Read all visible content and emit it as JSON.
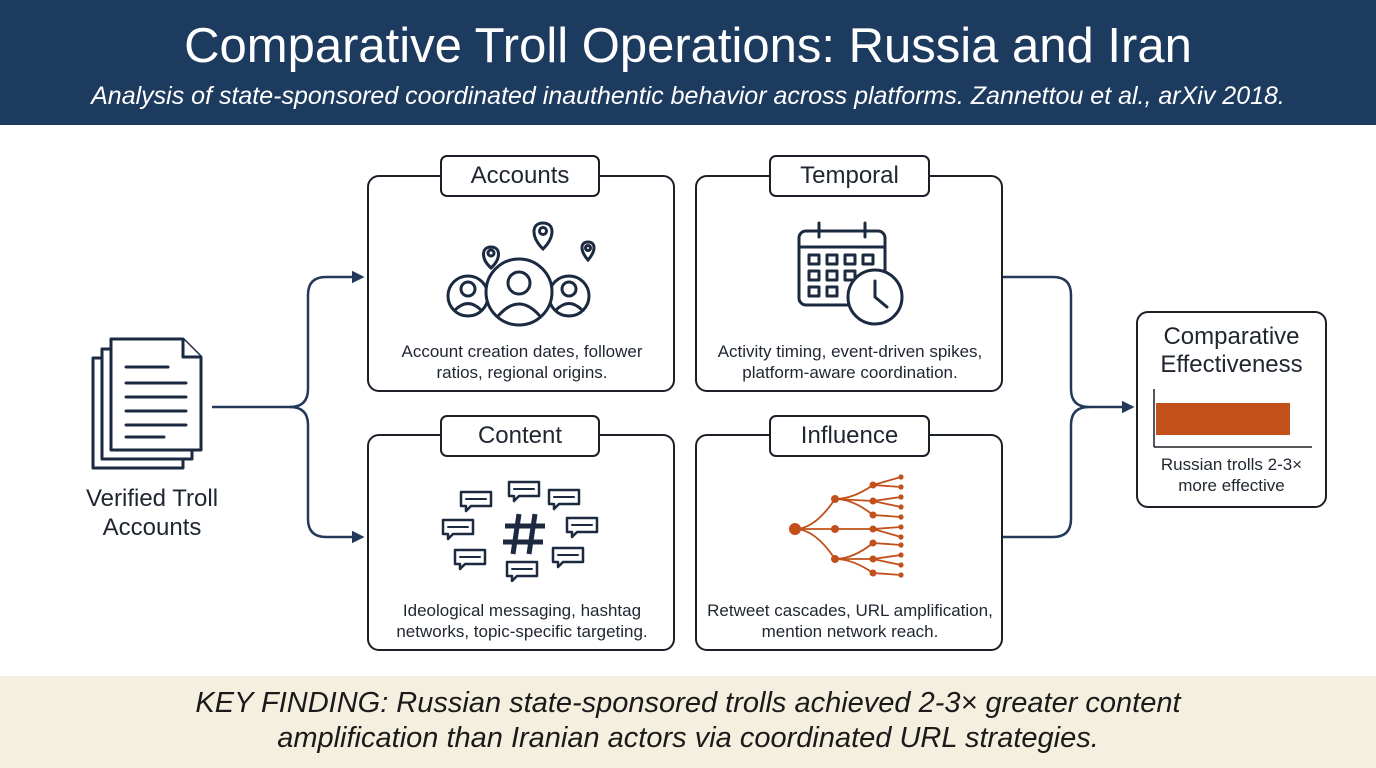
{
  "header": {
    "title": "Comparative Troll Operations: Russia and Iran",
    "subtitle": "Analysis of state-sponsored coordinated inauthentic behavior across platforms. Zannettou et al., arXiv 2018."
  },
  "source": {
    "label_line1": "Verified Troll",
    "label_line2": "Accounts",
    "icon": "document-stack-icon"
  },
  "panels": [
    {
      "title": "Accounts",
      "desc_line1": "Account creation dates, follower",
      "desc_line2": "ratios, regional origins.",
      "icon": "user-group-location-icon"
    },
    {
      "title": "Temporal",
      "desc_line1": "Activity timing, event-driven spikes,",
      "desc_line2": "platform-aware coordination.",
      "icon": "calendar-clock-icon"
    },
    {
      "title": "Content",
      "desc_line1": "Ideological messaging, hashtag",
      "desc_line2": "networks, topic-specific targeting.",
      "icon": "hashtag-messages-icon"
    },
    {
      "title": "Influence",
      "desc_line1": "Retweet cascades, URL amplification,",
      "desc_line2": "mention network reach.",
      "icon": "cascade-tree-icon"
    }
  ],
  "outcome": {
    "title_line1": "Comparative",
    "title_line2": "Effectiveness",
    "caption_line1": "Russian trolls 2-3×",
    "caption_line2": "more effective",
    "bar_level": 0.86
  },
  "finding": {
    "line1": "KEY FINDING: Russian state-sponsored trolls achieved 2-3× greater content",
    "line2": "amplification than Iranian actors via coordinated URL strategies."
  },
  "colors": {
    "header_bg": "#1d3a5f",
    "footer_bg": "#f5efdf",
    "accent": "#c1501a",
    "connector": "#24395a",
    "ink": "#1b2a41"
  }
}
